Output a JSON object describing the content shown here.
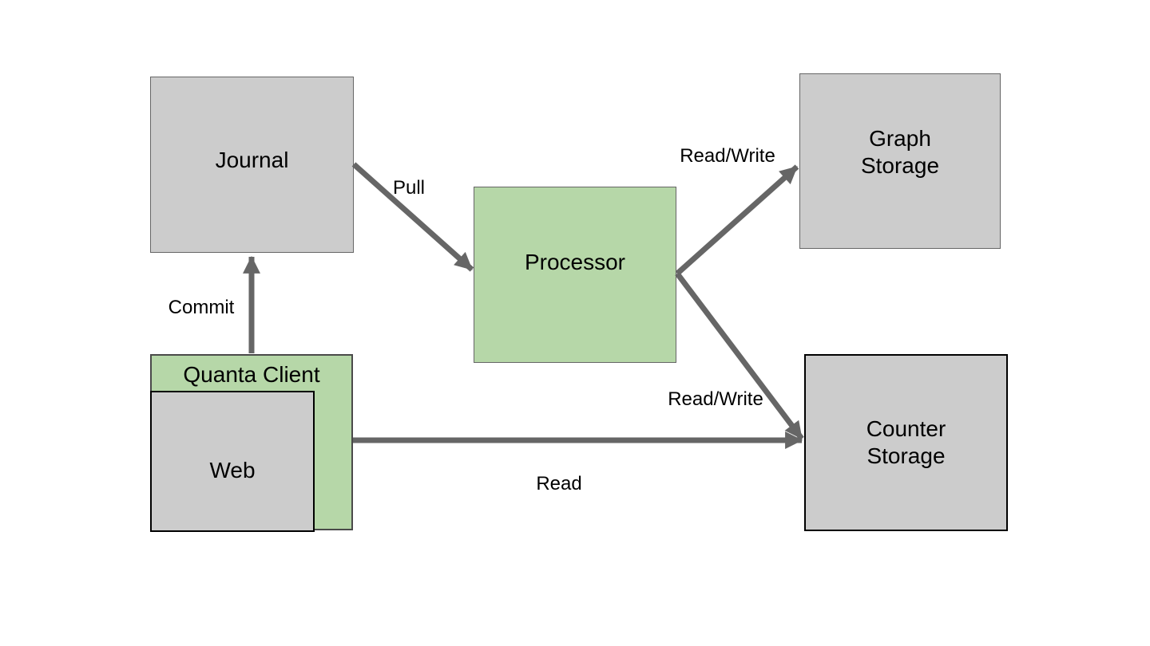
{
  "diagram": {
    "colors": {
      "box_gray": "#cccccc",
      "box_green": "#b6d7a8",
      "arrow": "#666666",
      "text": "#000000",
      "background": "#ffffff"
    },
    "nodes": [
      {
        "id": "journal",
        "label": "Journal",
        "fill": "gray"
      },
      {
        "id": "processor",
        "label": "Processor",
        "fill": "green"
      },
      {
        "id": "graph-storage",
        "label": "Graph Storage",
        "fill": "gray"
      },
      {
        "id": "counter-storage",
        "label": "Counter Storage",
        "fill": "gray"
      },
      {
        "id": "quanta-client",
        "label": "Quanta Client",
        "fill": "green"
      },
      {
        "id": "web",
        "label": "Web",
        "fill": "gray"
      }
    ],
    "edges": [
      {
        "id": "commit",
        "label": "Commit",
        "from": "quanta-client",
        "to": "journal"
      },
      {
        "id": "pull",
        "label": "Pull",
        "from": "journal",
        "to": "processor"
      },
      {
        "id": "rw-graph",
        "label": "Read/Write",
        "from": "processor",
        "to": "graph-storage"
      },
      {
        "id": "rw-counter",
        "label": "Read/Write",
        "from": "processor",
        "to": "counter-storage"
      },
      {
        "id": "read",
        "label": "Read",
        "from": "quanta-client",
        "to": "counter-storage"
      }
    ]
  }
}
